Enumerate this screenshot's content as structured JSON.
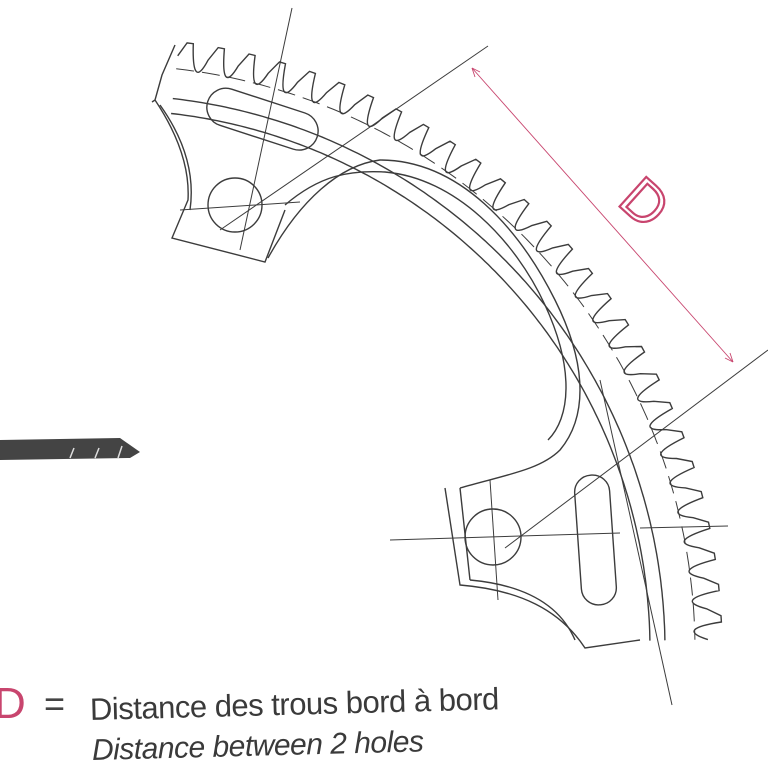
{
  "diagram": {
    "dimension_label": "D",
    "colors": {
      "accent": "#c8456e",
      "line": "#3c3c3c",
      "text": "#3a3a3a"
    }
  },
  "caption": {
    "symbol": "D",
    "equals": "=",
    "french": "Distance des trous bord à bord",
    "english": "Distance between 2 holes"
  }
}
